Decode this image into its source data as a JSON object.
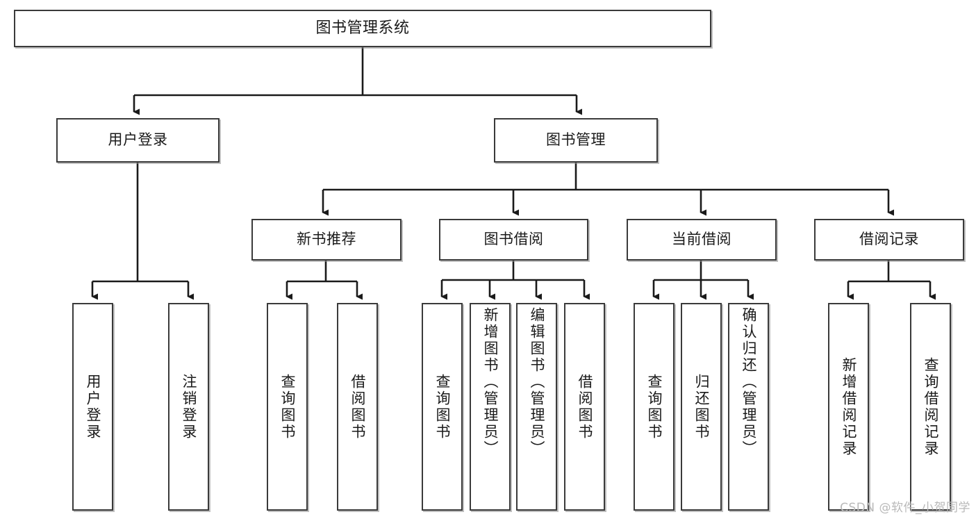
{
  "diagram": {
    "title": "图书管理系统",
    "type": "hierarchy-tree",
    "watermark": "CSDN @软件_小贺同学",
    "colors": {
      "box_border": "#3a3a3a",
      "box_fill": "#ffffff",
      "connector": "#1a1a1a",
      "background": "#ffffff",
      "watermark": "#b9b9b9"
    },
    "nodes": {
      "root": {
        "label": "图书管理系统"
      },
      "level1": [
        {
          "label": "用户登录"
        },
        {
          "label": "图书管理"
        }
      ],
      "level2": [
        {
          "label": "新书推荐"
        },
        {
          "label": "图书借阅"
        },
        {
          "label": "当前借阅"
        },
        {
          "label": "借阅记录"
        }
      ],
      "leaves": {
        "user_login": [
          {
            "label": "用户登录"
          },
          {
            "label": "注销登录"
          }
        ],
        "new_book": [
          {
            "label": "查询图书"
          },
          {
            "label": "借阅图书"
          }
        ],
        "book_borrow": [
          {
            "label": "查询图书"
          },
          {
            "label": "新增图书（管理员）"
          },
          {
            "label": "编辑图书（管理员）"
          },
          {
            "label": "借阅图书"
          }
        ],
        "current_borrow": [
          {
            "label": "查询图书"
          },
          {
            "label": "归还图书"
          },
          {
            "label": "确认归还（管理员）"
          }
        ],
        "borrow_record": [
          {
            "label": "新增借阅记录"
          },
          {
            "label": "查询借阅记录"
          }
        ]
      }
    }
  }
}
